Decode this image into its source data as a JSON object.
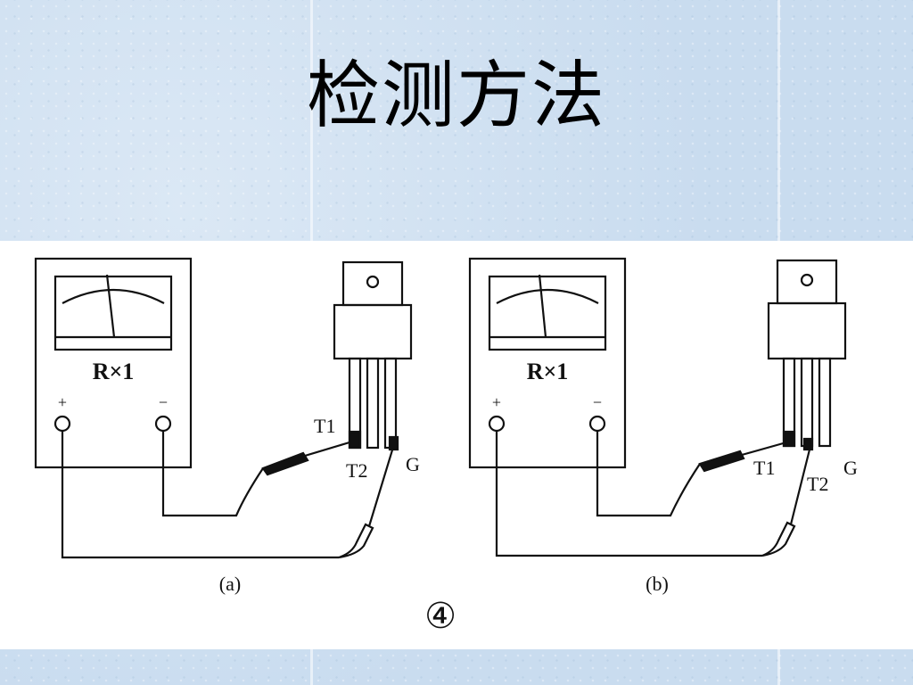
{
  "slide": {
    "title": "检测方法"
  },
  "figure": {
    "panel_a": {
      "range_label": "R×1",
      "plus_label": "+",
      "minus_label": "−",
      "terminal_t1": "T1",
      "terminal_t2": "T2",
      "terminal_g": "G",
      "caption": "(a)"
    },
    "panel_b": {
      "range_label": "R×1",
      "plus_label": "+",
      "minus_label": "−",
      "terminal_t1": "T1",
      "terminal_t2": "T2",
      "terminal_g": "G",
      "caption": "(b)"
    },
    "figure_number": "④"
  }
}
